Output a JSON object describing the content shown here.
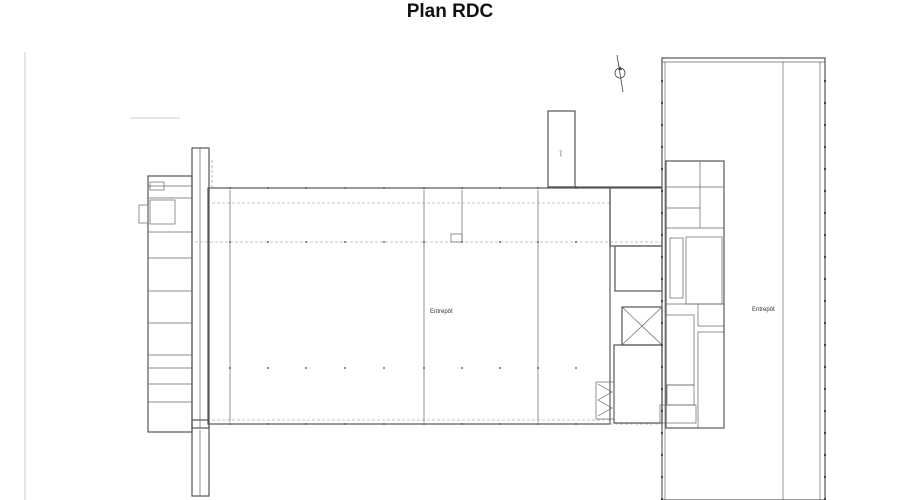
{
  "title": "Plan RDC",
  "rooms": {
    "warehouse_main": "Entrepôt",
    "warehouse_main_sub": "",
    "warehouse_east": "Entrepôt"
  },
  "icons": {
    "north_arrow": "compass-north-icon"
  }
}
